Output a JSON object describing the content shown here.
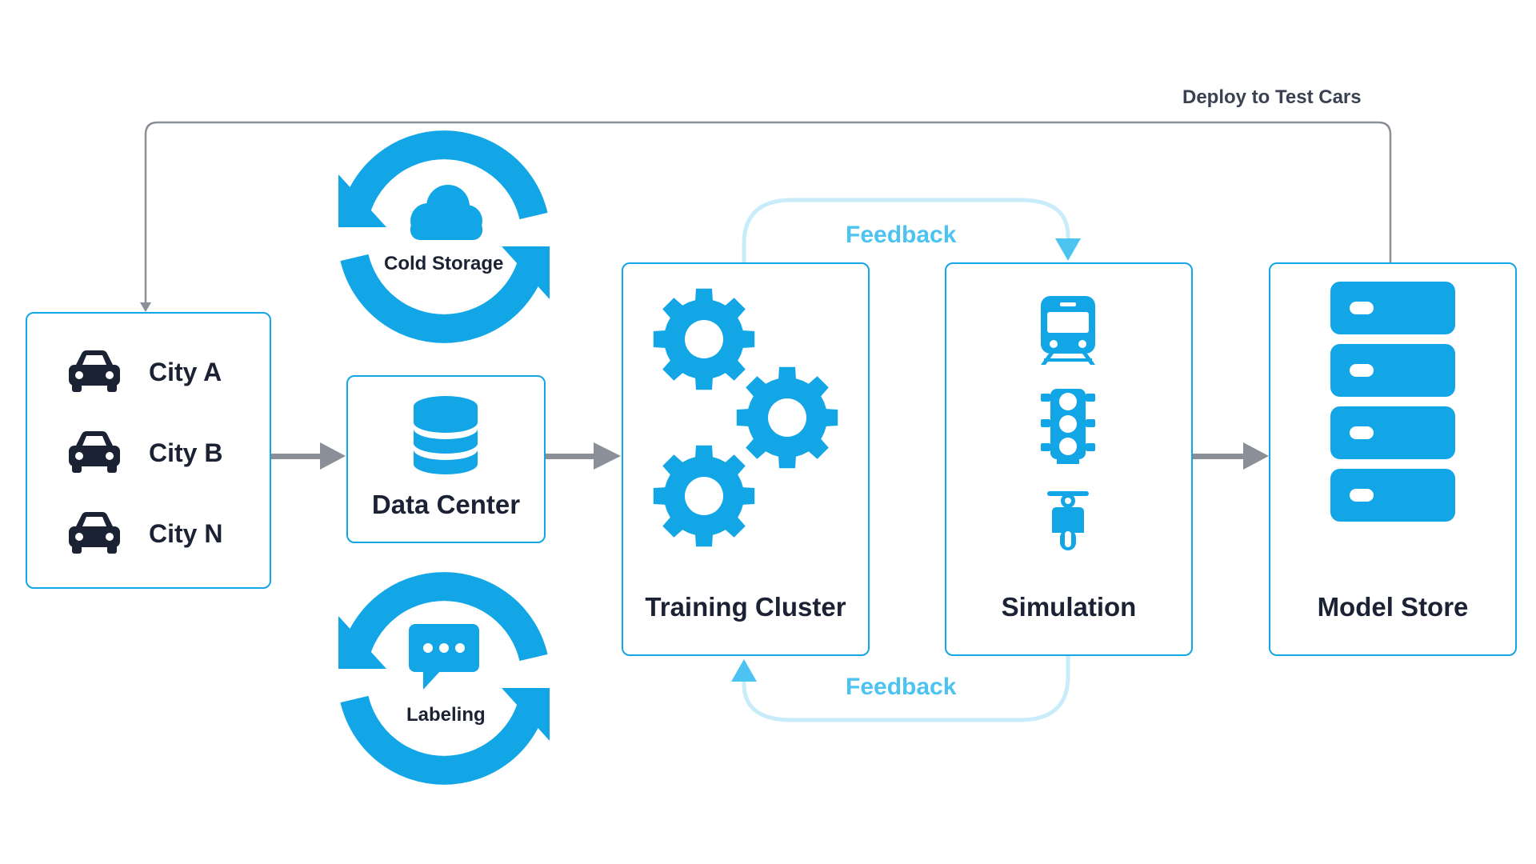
{
  "deploy_label": "Deploy to Test Cars",
  "cities": [
    "City A",
    "City B",
    "City N"
  ],
  "cold_storage": "Cold Storage",
  "data_center": "Data Center",
  "labeling": "Labeling",
  "training_cluster": "Training Cluster",
  "simulation": "Simulation",
  "model_store": "Model Store",
  "feedback_top": "Feedback",
  "feedback_bottom": "Feedback",
  "icons": {
    "car": "car-icon",
    "cloud": "cloud-icon",
    "database": "database-icon",
    "chat": "chat-bubble-icon",
    "gear": "gear-icon",
    "train": "train-icon",
    "traffic_light": "traffic-light-icon",
    "scooter": "scooter-icon",
    "server": "server-icon"
  },
  "colors": {
    "accent": "#12a6e6",
    "feedback": "#4cc3f0",
    "feedback_light": "#c9ecfb",
    "arrow_gray": "#8a8f98",
    "dark": "#1b2233"
  }
}
